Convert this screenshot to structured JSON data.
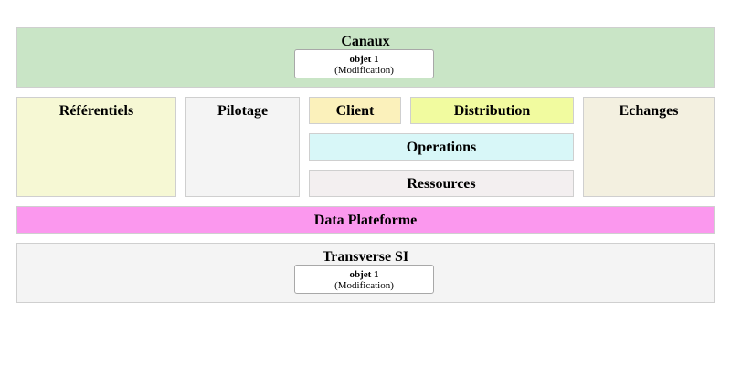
{
  "canaux": {
    "title": "Canaux",
    "color": "#c9e5c6",
    "object": {
      "name": "objet 1",
      "state": "(Modification)"
    }
  },
  "referentiels": {
    "title": "Référentiels",
    "color": "#f6f8d4"
  },
  "pilotage": {
    "title": "Pilotage",
    "color": "#f4f4f4"
  },
  "client": {
    "title": "Client",
    "color": "#fbf1bb"
  },
  "distribution": {
    "title": "Distribution",
    "color": "#f1fb9f"
  },
  "operations": {
    "title": "Operations",
    "color": "#d8f7f8"
  },
  "ressources": {
    "title": "Ressources",
    "color": "#f3eff0"
  },
  "echanges": {
    "title": "Echanges",
    "color": "#f3f0e0"
  },
  "data_plateforme": {
    "title": "Data Plateforme",
    "color": "#fb98ee"
  },
  "transverse": {
    "title": "Transverse SI",
    "color": "#f4f4f4",
    "object": {
      "name": "objet 1",
      "state": "(Modification)"
    }
  }
}
